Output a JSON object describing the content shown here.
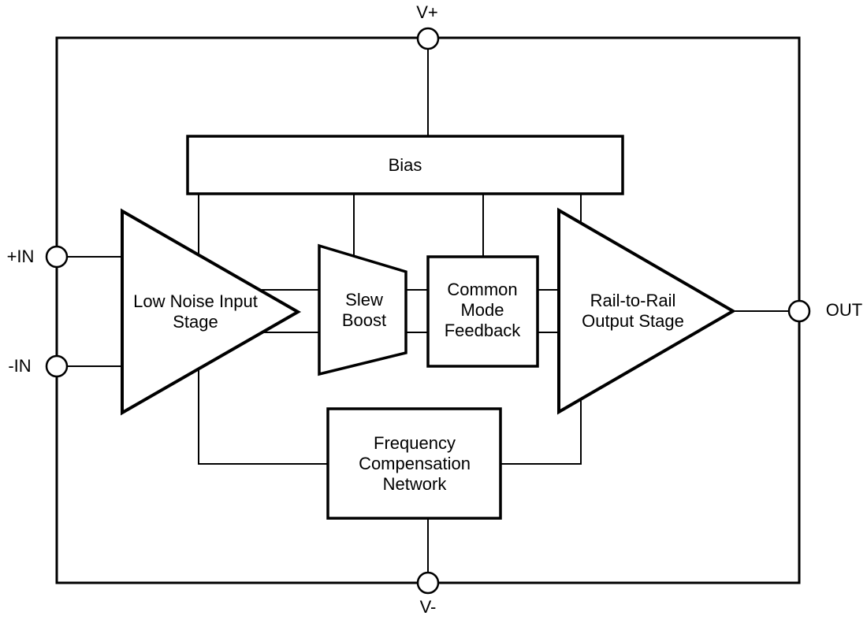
{
  "diagram_type": "op-amp functional block diagram",
  "terminals": {
    "v_plus": {
      "label": "V+"
    },
    "v_minus": {
      "label": "V-"
    },
    "in_plus": {
      "label": "+IN"
    },
    "in_minus": {
      "label": "-IN"
    },
    "out": {
      "label": "OUT"
    }
  },
  "blocks": {
    "bias": {
      "label": "Bias",
      "shape": "rectangle"
    },
    "input_stage": {
      "label": "Low Noise Input\nStage",
      "shape": "triangle"
    },
    "slew_boost": {
      "label": "Slew\nBoost",
      "shape": "trapezoid"
    },
    "common_mode_feedback": {
      "label": "Common\nMode\nFeedback",
      "shape": "rectangle"
    },
    "output_stage": {
      "label": "Rail-to-Rail\nOutput Stage",
      "shape": "triangle"
    },
    "freq_comp": {
      "label": "Frequency\nCompensation\nNetwork",
      "shape": "rectangle"
    }
  },
  "colors": {
    "line": "#000000",
    "background": "#ffffff",
    "text": "#000000"
  }
}
